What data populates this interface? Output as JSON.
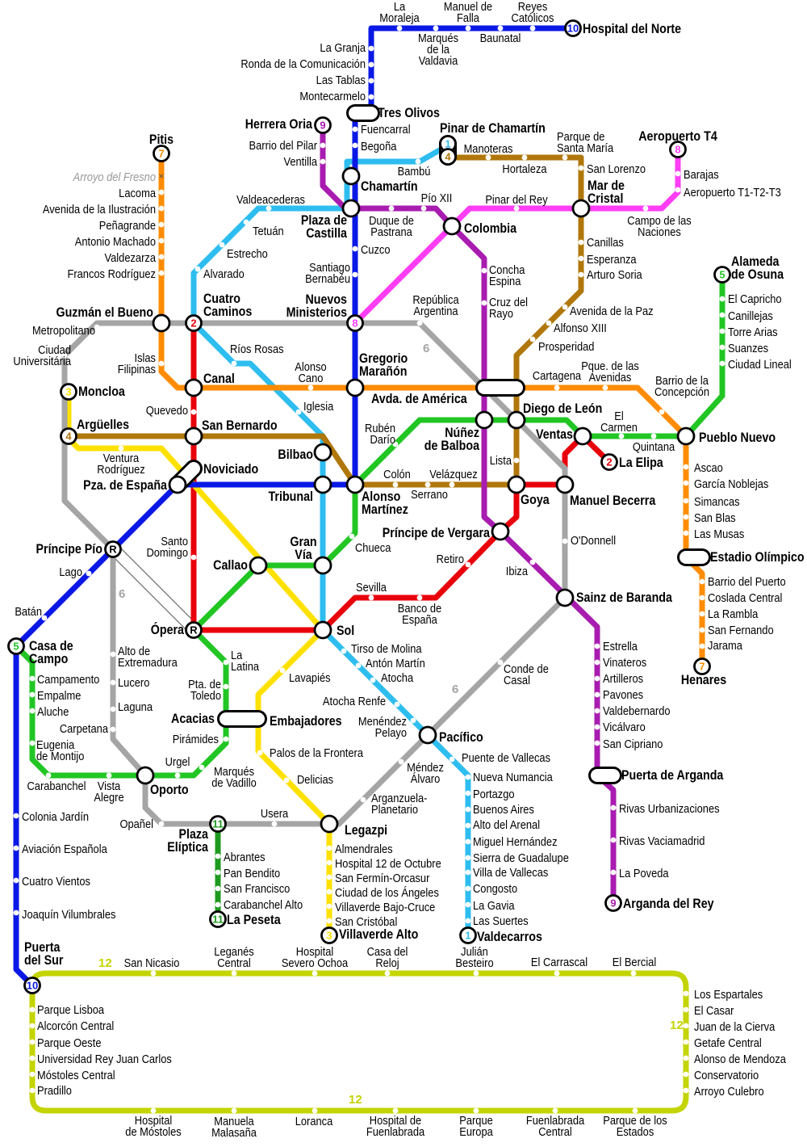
{
  "lines": [
    {
      "id": "1",
      "color": "#2EBDEF"
    },
    {
      "id": "2",
      "color": "#E8000B"
    },
    {
      "id": "3",
      "color": "#FFE100"
    },
    {
      "id": "4",
      "color": "#B0770B"
    },
    {
      "id": "5",
      "color": "#22C624"
    },
    {
      "id": "6",
      "color": "#A5A5A5"
    },
    {
      "id": "7",
      "color": "#FF8C00"
    },
    {
      "id": "8",
      "color": "#FF3DF5"
    },
    {
      "id": "9",
      "color": "#A81CB0"
    },
    {
      "id": "10",
      "color": "#0A18E6"
    },
    {
      "id": "11",
      "color": "#1E9A1E"
    },
    {
      "id": "12",
      "color": "#C4D400"
    }
  ],
  "line_labels": {
    "l6": "6",
    "l12": "12"
  },
  "stations": [
    {
      "name": [
        "Hospital del Norte"
      ],
      "badge": "10"
    },
    {
      "name": [
        "Reyes",
        "Católicos"
      ]
    },
    {
      "name": [
        "Baunatal"
      ]
    },
    {
      "name": [
        "Manuel de",
        "Falla"
      ]
    },
    {
      "name": [
        "Marqués",
        "de la",
        "Valdavia"
      ]
    },
    {
      "name": [
        "La",
        "Moraleja"
      ]
    },
    {
      "name": [
        "La Granja"
      ]
    },
    {
      "name": [
        "Ronda de la Comunicación"
      ]
    },
    {
      "name": [
        "Las Tablas"
      ]
    },
    {
      "name": [
        "Montecarmelo"
      ]
    },
    {
      "name": [
        "Tres Olivos"
      ]
    },
    {
      "name": [
        "Fuencarral"
      ]
    },
    {
      "name": [
        "Begoña"
      ]
    },
    {
      "name": [
        "Chamartín"
      ]
    },
    {
      "name": [
        "Plaza de",
        "Castilla"
      ]
    },
    {
      "name": [
        "Cuzco"
      ]
    },
    {
      "name": [
        "Santiago",
        "Bernabéu"
      ]
    },
    {
      "name": [
        "Nuevos",
        "Ministerios"
      ],
      "badge": "8"
    },
    {
      "name": [
        "Gregorio",
        "Marañón"
      ]
    },
    {
      "name": [
        "Alonso",
        "Martínez"
      ]
    },
    {
      "name": [
        "Tribunal"
      ]
    },
    {
      "name": [
        "Pza. de España"
      ]
    },
    {
      "name": [
        "Príncipe Pío"
      ],
      "badge": "R"
    },
    {
      "name": [
        "Lago"
      ]
    },
    {
      "name": [
        "Batán"
      ]
    },
    {
      "name": [
        "Casa de",
        "Campo"
      ],
      "badge": "5"
    },
    {
      "name": [
        "Colonia Jardín"
      ]
    },
    {
      "name": [
        "Aviación Española"
      ]
    },
    {
      "name": [
        "Cuatro Vientos"
      ]
    },
    {
      "name": [
        "Joaquín Vilumbrales"
      ]
    },
    {
      "name": [
        "Puerta",
        "del Sur"
      ],
      "badge": "10"
    },
    {
      "name": [
        "San Nicasio"
      ]
    },
    {
      "name": [
        "Leganés",
        "Central"
      ]
    },
    {
      "name": [
        "Hospital",
        "Severo Ochoa"
      ]
    },
    {
      "name": [
        "Casa del",
        "Reloj"
      ]
    },
    {
      "name": [
        "Julián",
        "Besteiro"
      ]
    },
    {
      "name": [
        "El Carrascal"
      ]
    },
    {
      "name": [
        "El Bercial"
      ]
    },
    {
      "name": [
        "Los Espartales"
      ]
    },
    {
      "name": [
        "El Casar"
      ]
    },
    {
      "name": [
        "Juan de la Cierva"
      ]
    },
    {
      "name": [
        "Getafe Central"
      ]
    },
    {
      "name": [
        "Alonso de Mendoza"
      ]
    },
    {
      "name": [
        "Conservatorio"
      ]
    },
    {
      "name": [
        "Arroyo Culebro"
      ]
    },
    {
      "name": [
        "Hospital",
        "de Móstoles"
      ]
    },
    {
      "name": [
        "Manuela",
        "Malasaña"
      ]
    },
    {
      "name": [
        "Loranca"
      ]
    },
    {
      "name": [
        "Hospital de",
        "Fuenlabrada"
      ]
    },
    {
      "name": [
        "Parque",
        "Europa"
      ]
    },
    {
      "name": [
        "Fuenlabrada",
        "Central"
      ]
    },
    {
      "name": [
        "Parque de los",
        "Estados"
      ]
    },
    {
      "name": [
        "Parque Lisboa"
      ]
    },
    {
      "name": [
        "Alcorcón Central"
      ]
    },
    {
      "name": [
        "Parque Oeste"
      ]
    },
    {
      "name": [
        "Universidad Rey Juan Carlos"
      ]
    },
    {
      "name": [
        "Móstoles Central"
      ]
    },
    {
      "name": [
        "Pradillo"
      ]
    },
    {
      "name": [
        "Pinar de Chamartín"
      ],
      "badges": [
        "1",
        "4"
      ]
    },
    {
      "name": [
        "Bambú"
      ]
    },
    {
      "name": [
        "Valdeacederas"
      ]
    },
    {
      "name": [
        "Tetuán"
      ]
    },
    {
      "name": [
        "Estrecho"
      ]
    },
    {
      "name": [
        "Alvarado"
      ]
    },
    {
      "name": [
        "Cuatro",
        "Caminos"
      ],
      "badge": "2"
    },
    {
      "name": [
        "Ríos Rosas"
      ]
    },
    {
      "name": [
        "Iglesia"
      ]
    },
    {
      "name": [
        "Bilbao"
      ]
    },
    {
      "name": [
        "Gran",
        "Vía"
      ]
    },
    {
      "name": [
        "Sol"
      ]
    },
    {
      "name": [
        "Tirso de Molina"
      ]
    },
    {
      "name": [
        "Antón Martín"
      ]
    },
    {
      "name": [
        "Atocha"
      ]
    },
    {
      "name": [
        "Atocha Renfe"
      ]
    },
    {
      "name": [
        "Menéndez",
        "Pelayo"
      ]
    },
    {
      "name": [
        "Pacífico"
      ]
    },
    {
      "name": [
        "Puente de Vallecas"
      ]
    },
    {
      "name": [
        "Nueva Numancia"
      ]
    },
    {
      "name": [
        "Portazgo"
      ]
    },
    {
      "name": [
        "Buenos Aires"
      ]
    },
    {
      "name": [
        "Alto del Arenal"
      ]
    },
    {
      "name": [
        "Miguel Hernández"
      ]
    },
    {
      "name": [
        "Sierra de Guadalupe"
      ]
    },
    {
      "name": [
        "Villa de Vallecas"
      ]
    },
    {
      "name": [
        "Congosto"
      ]
    },
    {
      "name": [
        "La Gavia"
      ]
    },
    {
      "name": [
        "Las Suertes"
      ]
    },
    {
      "name": [
        "Valdecarros"
      ],
      "badge": "1"
    },
    {
      "name": [
        "La Elipa"
      ],
      "badge": "2"
    },
    {
      "name": [
        "Ventas"
      ]
    },
    {
      "name": [
        "Manuel Becerra"
      ]
    },
    {
      "name": [
        "Goya"
      ]
    },
    {
      "name": [
        "Príncipe de Vergara"
      ]
    },
    {
      "name": [
        "Retiro"
      ]
    },
    {
      "name": [
        "Banco de",
        "España"
      ]
    },
    {
      "name": [
        "Sevilla"
      ]
    },
    {
      "name": [
        "Ópera"
      ],
      "badge": "R"
    },
    {
      "name": [
        "Santo",
        "Domingo"
      ]
    },
    {
      "name": [
        "Noviciado"
      ]
    },
    {
      "name": [
        "San Bernardo"
      ]
    },
    {
      "name": [
        "Quevedo"
      ]
    },
    {
      "name": [
        "Canal"
      ]
    },
    {
      "name": [
        "Moncloa"
      ],
      "badge": "3"
    },
    {
      "name": [
        "Argüelles"
      ],
      "badge": "4"
    },
    {
      "name": [
        "Ventura",
        "Rodríguez"
      ]
    },
    {
      "name": [
        "Callao"
      ]
    },
    {
      "name": [
        "Lavapiés"
      ]
    },
    {
      "name": [
        "Embajadores"
      ]
    },
    {
      "name": [
        "Palos de la Frontera"
      ]
    },
    {
      "name": [
        "Delicias"
      ]
    },
    {
      "name": [
        "Legazpi"
      ]
    },
    {
      "name": [
        "Almendrales"
      ]
    },
    {
      "name": [
        "Hospital 12 de Octubre"
      ]
    },
    {
      "name": [
        "San Fermín-Orcasur"
      ]
    },
    {
      "name": [
        "Ciudad de los Ángeles"
      ]
    },
    {
      "name": [
        "Villaverde Bajo-Cruce"
      ]
    },
    {
      "name": [
        "San Cristóbal"
      ]
    },
    {
      "name": [
        "Villaverde Alto"
      ],
      "badge": "3"
    },
    {
      "name": [
        "Colón"
      ]
    },
    {
      "name": [
        "Serrano"
      ]
    },
    {
      "name": [
        "Velázquez"
      ]
    },
    {
      "name": [
        "Lista"
      ]
    },
    {
      "name": [
        "Diego de León"
      ]
    },
    {
      "name": [
        "Prosperidad"
      ]
    },
    {
      "name": [
        "Alfonso XIII"
      ]
    },
    {
      "name": [
        "Avenida de la Paz"
      ]
    },
    {
      "name": [
        "Arturo Soria"
      ]
    },
    {
      "name": [
        "Esperanza"
      ]
    },
    {
      "name": [
        "Canillas"
      ]
    },
    {
      "name": [
        "Mar de",
        "Cristal"
      ]
    },
    {
      "name": [
        "San Lorenzo"
      ]
    },
    {
      "name": [
        "Parque de",
        "Santa María"
      ]
    },
    {
      "name": [
        "Hortaleza"
      ]
    },
    {
      "name": [
        "Manoteras"
      ]
    },
    {
      "name": [
        "Alameda",
        "de Osuna"
      ],
      "badge": "5"
    },
    {
      "name": [
        "El Capricho"
      ]
    },
    {
      "name": [
        "Canillejas"
      ]
    },
    {
      "name": [
        "Torre Arias"
      ]
    },
    {
      "name": [
        "Suanzes"
      ]
    },
    {
      "name": [
        "Ciudad Lineal"
      ]
    },
    {
      "name": [
        "Pueblo Nuevo"
      ]
    },
    {
      "name": [
        "Quintana"
      ]
    },
    {
      "name": [
        "El",
        "Carmen"
      ]
    },
    {
      "name": [
        "Núñez",
        "de Balboa"
      ]
    },
    {
      "name": [
        "Rubén",
        "Darío"
      ]
    },
    {
      "name": [
        "Chueca"
      ]
    },
    {
      "name": [
        "La",
        "Latina"
      ]
    },
    {
      "name": [
        "Pta. de",
        "Toledo"
      ]
    },
    {
      "name": [
        "Acacias"
      ]
    },
    {
      "name": [
        "Pirámides"
      ]
    },
    {
      "name": [
        "Marqués",
        "de Vadillo"
      ]
    },
    {
      "name": [
        "Urgel"
      ]
    },
    {
      "name": [
        "Oporto"
      ]
    },
    {
      "name": [
        "Vista",
        "Alegre"
      ]
    },
    {
      "name": [
        "Carabanchel"
      ]
    },
    {
      "name": [
        "Eugenia",
        "de Montijo"
      ]
    },
    {
      "name": [
        "Aluche"
      ]
    },
    {
      "name": [
        "Empalme"
      ]
    },
    {
      "name": [
        "Campamento"
      ]
    },
    {
      "name": [
        "República",
        "Argentina"
      ]
    },
    {
      "name": [
        "Avda. de América"
      ]
    },
    {
      "name": [
        "O'Donnell"
      ]
    },
    {
      "name": [
        "Sainz de Baranda"
      ]
    },
    {
      "name": [
        "Conde de",
        "Casal"
      ]
    },
    {
      "name": [
        "Méndez",
        "Álvaro"
      ]
    },
    {
      "name": [
        "Arganzuela-",
        "Planetario"
      ]
    },
    {
      "name": [
        "Usera"
      ]
    },
    {
      "name": [
        "Plaza",
        "Elíptica"
      ],
      "badge": "11"
    },
    {
      "name": [
        "Opañel"
      ]
    },
    {
      "name": [
        "Carpetana"
      ]
    },
    {
      "name": [
        "Laguna"
      ]
    },
    {
      "name": [
        "Lucero"
      ]
    },
    {
      "name": [
        "Alto de",
        "Extremadura"
      ]
    },
    {
      "name": [
        "Ciudad",
        "Universitária"
      ]
    },
    {
      "name": [
        "Metropolitano"
      ]
    },
    {
      "name": [
        "Guzmán el Bueno"
      ]
    },
    {
      "name": [
        "Pitis"
      ],
      "badge": "7"
    },
    {
      "name": [
        "Arroyo del Fresno"
      ]
    },
    {
      "name": [
        "Lacoma"
      ]
    },
    {
      "name": [
        "Avenida de la Ilustración"
      ]
    },
    {
      "name": [
        "Peñagrande"
      ]
    },
    {
      "name": [
        "Antonio Machado"
      ]
    },
    {
      "name": [
        "Valdezarza"
      ]
    },
    {
      "name": [
        "Francos Rodríguez"
      ]
    },
    {
      "name": [
        "Islas",
        "Filipinas"
      ]
    },
    {
      "name": [
        "Alonso",
        "Cano"
      ]
    },
    {
      "name": [
        "Cartagena"
      ]
    },
    {
      "name": [
        "Pque. de las",
        "Avenidas"
      ]
    },
    {
      "name": [
        "Barrio de la",
        "Concepción"
      ]
    },
    {
      "name": [
        "Ascao"
      ]
    },
    {
      "name": [
        "García Noblejas"
      ]
    },
    {
      "name": [
        "Simancas"
      ]
    },
    {
      "name": [
        "San Blas"
      ]
    },
    {
      "name": [
        "Las Musas"
      ]
    },
    {
      "name": [
        "Estadio Olímpico"
      ]
    },
    {
      "name": [
        "Barrio del Puerto"
      ]
    },
    {
      "name": [
        "Coslada Central"
      ]
    },
    {
      "name": [
        "La Rambla"
      ]
    },
    {
      "name": [
        "San Fernando"
      ]
    },
    {
      "name": [
        "Jarama"
      ]
    },
    {
      "name": [
        "Henares"
      ],
      "badge": "7"
    },
    {
      "name": [
        "Colombia"
      ]
    },
    {
      "name": [
        "Pinar del Rey"
      ]
    },
    {
      "name": [
        "Campo de las",
        "Naciones"
      ]
    },
    {
      "name": [
        "Aeropuerto T1-T2-T3"
      ]
    },
    {
      "name": [
        "Barajas"
      ]
    },
    {
      "name": [
        "Aeropuerto T4"
      ],
      "badge": "8"
    },
    {
      "name": [
        "Herrera Oria"
      ],
      "badge": "9"
    },
    {
      "name": [
        "Barrio del Pilar"
      ]
    },
    {
      "name": [
        "Ventilla"
      ]
    },
    {
      "name": [
        "Duque de",
        "Pastrana"
      ]
    },
    {
      "name": [
        "Pío XII"
      ]
    },
    {
      "name": [
        "Concha",
        "Espina"
      ]
    },
    {
      "name": [
        "Cruz del",
        "Rayo"
      ]
    },
    {
      "name": [
        "Ibiza"
      ]
    },
    {
      "name": [
        "Estrella"
      ]
    },
    {
      "name": [
        "Vinateros"
      ]
    },
    {
      "name": [
        "Artilleros"
      ]
    },
    {
      "name": [
        "Pavones"
      ]
    },
    {
      "name": [
        "Valdebernardo"
      ]
    },
    {
      "name": [
        "Vicálvaro"
      ]
    },
    {
      "name": [
        "San Cipriano"
      ]
    },
    {
      "name": [
        "Puerta de Arganda"
      ]
    },
    {
      "name": [
        "Rivas Urbanizaciones"
      ]
    },
    {
      "name": [
        "Rivas Vaciamadrid"
      ]
    },
    {
      "name": [
        "La Poveda"
      ]
    },
    {
      "name": [
        "Arganda del Rey"
      ],
      "badge": "9"
    },
    {
      "name": [
        "Abrantes"
      ]
    },
    {
      "name": [
        "Pan Bendito"
      ]
    },
    {
      "name": [
        "San Francisco"
      ]
    },
    {
      "name": [
        "Carabanchel Alto"
      ]
    },
    {
      "name": [
        "La Peseta"
      ],
      "badge": "11"
    }
  ]
}
